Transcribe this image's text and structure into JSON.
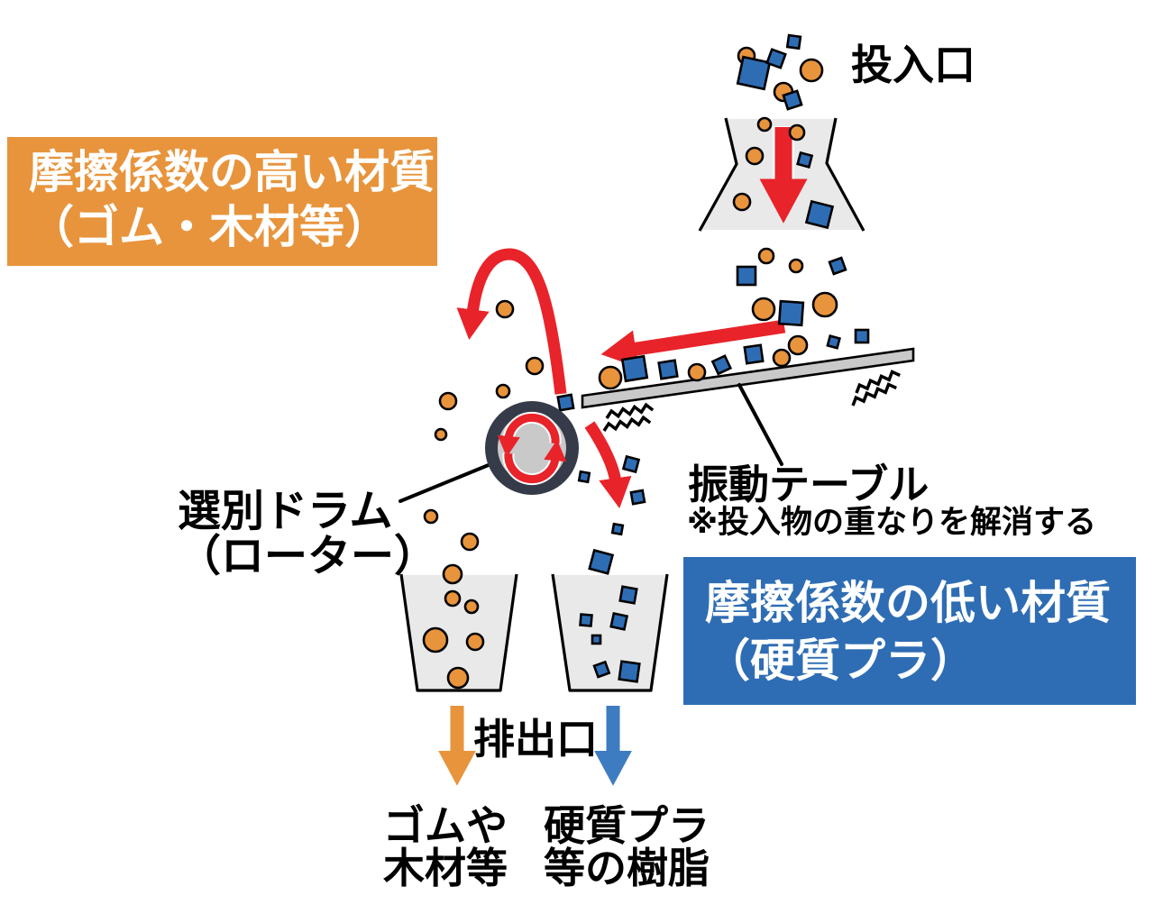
{
  "colors": {
    "orange": "#E8943C",
    "blue": "#2E6DB4",
    "blue-arrow": "#3E7CC1",
    "red": "#E8232A",
    "gray-light": "#E9E9E9",
    "gray-mid": "#C9C9C9",
    "drum-ring": "#353B49",
    "text": "#000000",
    "banner-text": "#FFFFFF"
  },
  "diagram": {
    "inlet_label": "投入口",
    "high_friction_banner": {
      "line1": "摩擦係数の高い材質",
      "line2": "（ゴム・木材等）"
    },
    "vibration_table_label": {
      "title": "振動テーブル",
      "note": "※投入物の重なりを解消する"
    },
    "drum_label": {
      "line1": "選別ドラム",
      "line2": "（ローター）"
    },
    "low_friction_banner": {
      "line1": "摩擦係数の低い材質",
      "line2": "（硬質プラ）"
    },
    "outlet_label": "排出口",
    "left_output_label": {
      "line1": "ゴムや",
      "line2": "木材等"
    },
    "right_output_label": {
      "line1": "硬質プラ",
      "line2": "等の樹脂"
    }
  }
}
